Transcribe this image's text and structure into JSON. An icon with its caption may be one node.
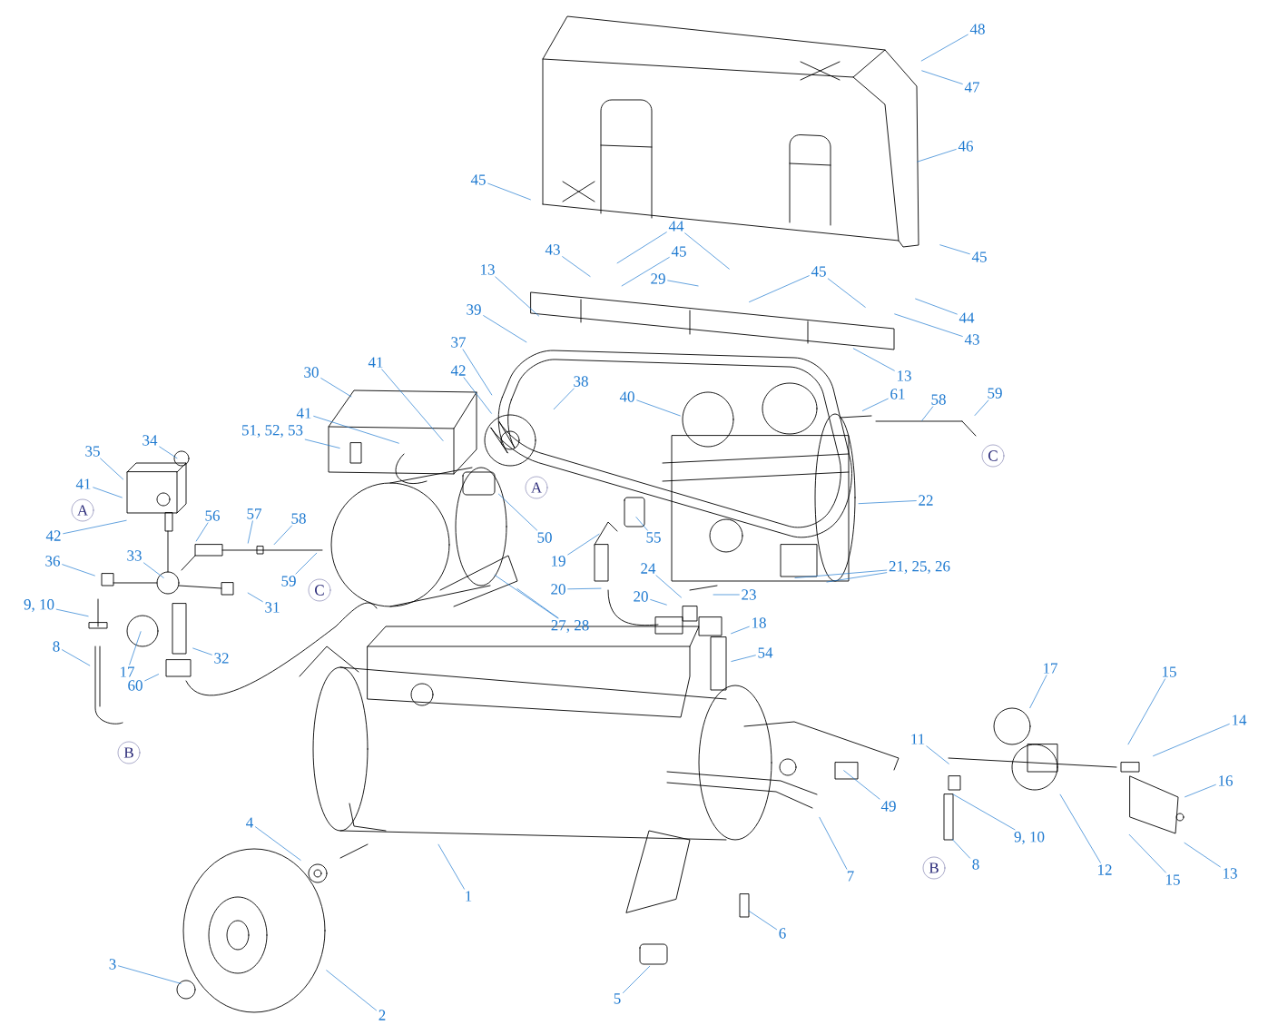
{
  "diagram": {
    "nodes": [
      {
        "text": [
          "48"
        ]
      },
      {
        "text": [
          "47"
        ]
      },
      {
        "text": [
          "46"
        ]
      },
      {
        "text": [
          "45"
        ]
      },
      {
        "text": [
          "44"
        ]
      },
      {
        "text": [
          "43"
        ]
      },
      {
        "text": [
          "45"
        ]
      },
      {
        "text": [
          "45"
        ]
      },
      {
        "text": [
          "13"
        ]
      },
      {
        "text": [
          "45"
        ]
      },
      {
        "text": [
          "29"
        ]
      },
      {
        "text": [
          "39"
        ]
      },
      {
        "text": [
          "44"
        ]
      },
      {
        "text": [
          "43"
        ]
      },
      {
        "text": [
          "37"
        ]
      },
      {
        "text": [
          "42"
        ]
      },
      {
        "text": [
          "41"
        ]
      },
      {
        "text": [
          "30"
        ]
      },
      {
        "text": [
          "13"
        ]
      },
      {
        "text": [
          "38"
        ]
      },
      {
        "text": [
          "59"
        ]
      },
      {
        "text": [
          "61"
        ]
      },
      {
        "text": [
          "40"
        ]
      },
      {
        "text": [
          "58"
        ]
      },
      {
        "text": [
          "41"
        ]
      },
      {
        "text": [
          "51, 52, 53"
        ]
      },
      {
        "text": [
          "34"
        ]
      },
      {
        "text": [
          "35"
        ]
      },
      {
        "text": [
          "C"
        ]
      },
      {
        "text": [
          "41"
        ]
      },
      {
        "text": [
          "A"
        ]
      },
      {
        "text": [
          "22"
        ]
      },
      {
        "text": [
          "A"
        ]
      },
      {
        "text": [
          "56"
        ]
      },
      {
        "text": [
          "57"
        ]
      },
      {
        "text": [
          "58"
        ]
      },
      {
        "text": [
          "42"
        ]
      },
      {
        "text": [
          "50"
        ]
      },
      {
        "text": [
          "55"
        ]
      },
      {
        "text": [
          "36"
        ]
      },
      {
        "text": [
          "33"
        ]
      },
      {
        "text": [
          "19"
        ]
      },
      {
        "text": [
          "21, 25, 26"
        ]
      },
      {
        "text": [
          "24"
        ]
      },
      {
        "text": [
          "59"
        ]
      },
      {
        "text": [
          "20"
        ]
      },
      {
        "text": [
          "C"
        ]
      },
      {
        "text": [
          "20"
        ]
      },
      {
        "text": [
          "23"
        ]
      },
      {
        "text": [
          "9, 10"
        ]
      },
      {
        "text": [
          "31"
        ]
      },
      {
        "text": [
          "27, 28"
        ]
      },
      {
        "text": [
          "18"
        ]
      },
      {
        "text": [
          "8"
        ]
      },
      {
        "text": [
          "54"
        ]
      },
      {
        "text": [
          "17"
        ]
      },
      {
        "text": [
          "32"
        ]
      },
      {
        "text": [
          "17"
        ]
      },
      {
        "text": [
          "15"
        ]
      },
      {
        "text": [
          "60"
        ]
      },
      {
        "text": [
          "14"
        ]
      },
      {
        "text": [
          "11"
        ]
      },
      {
        "text": [
          "B"
        ]
      },
      {
        "text": [
          "16"
        ]
      },
      {
        "text": [
          "49"
        ]
      },
      {
        "text": [
          "4"
        ]
      },
      {
        "text": [
          "9, 10"
        ]
      },
      {
        "text": [
          "8"
        ]
      },
      {
        "text": [
          "B"
        ]
      },
      {
        "text": [
          "12"
        ]
      },
      {
        "text": [
          "13"
        ]
      },
      {
        "text": [
          "7"
        ]
      },
      {
        "text": [
          "15"
        ]
      },
      {
        "text": [
          "1"
        ]
      },
      {
        "text": [
          "6"
        ]
      },
      {
        "text": [
          "3"
        ]
      },
      {
        "text": [
          "5"
        ]
      },
      {
        "text": [
          "2"
        ]
      }
    ],
    "edges": [
      {
        "from": 0,
        "to": null,
        "arrow": "none"
      },
      {
        "from": 1,
        "to": null,
        "arrow": "none"
      },
      {
        "from": 2,
        "to": null,
        "arrow": "none"
      },
      {
        "from": 3,
        "to": null,
        "arrow": "none"
      },
      {
        "from": 4,
        "to": null,
        "arrow": "none"
      },
      {
        "from": 4,
        "to": null,
        "arrow": "none"
      },
      {
        "from": 5,
        "to": null,
        "arrow": "none"
      },
      {
        "from": 6,
        "to": null,
        "arrow": "none"
      },
      {
        "from": 7,
        "to": null,
        "arrow": "none"
      },
      {
        "from": 8,
        "to": null,
        "arrow": "none"
      },
      {
        "from": 9,
        "to": null,
        "arrow": "none"
      },
      {
        "from": 9,
        "to": null,
        "arrow": "none"
      },
      {
        "from": 10,
        "to": null,
        "arrow": "none"
      },
      {
        "from": 11,
        "to": null,
        "arrow": "none"
      },
      {
        "from": 12,
        "to": null,
        "arrow": "none"
      },
      {
        "from": 13,
        "to": null,
        "arrow": "none"
      },
      {
        "from": 14,
        "to": null,
        "arrow": "none"
      },
      {
        "from": 15,
        "to": null,
        "arrow": "none"
      },
      {
        "from": 16,
        "to": null,
        "arrow": "none"
      },
      {
        "from": 17,
        "to": null,
        "arrow": "none"
      },
      {
        "from": 18,
        "to": null,
        "arrow": "none"
      },
      {
        "from": 19,
        "to": null,
        "arrow": "none"
      },
      {
        "from": 20,
        "to": null,
        "arrow": "none"
      },
      {
        "from": 21,
        "to": null,
        "arrow": "none"
      },
      {
        "from": 22,
        "to": null,
        "arrow": "none"
      },
      {
        "from": 23,
        "to": null,
        "arrow": "none"
      },
      {
        "from": 24,
        "to": null,
        "arrow": "none"
      },
      {
        "from": 25,
        "to": null,
        "arrow": "none"
      },
      {
        "from": 26,
        "to": null,
        "arrow": "none"
      },
      {
        "from": 27,
        "to": null,
        "arrow": "none"
      },
      {
        "from": 29,
        "to": null,
        "arrow": "none"
      },
      {
        "from": 31,
        "to": null,
        "arrow": "none"
      },
      {
        "from": 33,
        "to": null,
        "arrow": "none"
      },
      {
        "from": 34,
        "to": null,
        "arrow": "none"
      },
      {
        "from": 35,
        "to": null,
        "arrow": "none"
      },
      {
        "from": 36,
        "to": null,
        "arrow": "none"
      },
      {
        "from": 37,
        "to": null,
        "arrow": "none"
      },
      {
        "from": 38,
        "to": null,
        "arrow": "none"
      },
      {
        "from": 39,
        "to": null,
        "arrow": "none"
      },
      {
        "from": 40,
        "to": null,
        "arrow": "none"
      },
      {
        "from": 41,
        "to": null,
        "arrow": "none"
      },
      {
        "from": 42,
        "to": null,
        "arrow": "none"
      },
      {
        "from": 42,
        "to": null,
        "arrow": "none"
      },
      {
        "from": 43,
        "to": null,
        "arrow": "none"
      },
      {
        "from": 44,
        "to": null,
        "arrow": "none"
      },
      {
        "from": 45,
        "to": null,
        "arrow": "none"
      },
      {
        "from": 47,
        "to": null,
        "arrow": "none"
      },
      {
        "from": 48,
        "to": null,
        "arrow": "none"
      },
      {
        "from": 49,
        "to": null,
        "arrow": "none"
      },
      {
        "from": 50,
        "to": null,
        "arrow": "none"
      },
      {
        "from": 51,
        "to": null,
        "arrow": "none"
      },
      {
        "from": 51,
        "to": null,
        "arrow": "none"
      },
      {
        "from": 52,
        "to": null,
        "arrow": "none"
      },
      {
        "from": 53,
        "to": null,
        "arrow": "none"
      },
      {
        "from": 54,
        "to": null,
        "arrow": "none"
      },
      {
        "from": 55,
        "to": null,
        "arrow": "none"
      },
      {
        "from": 56,
        "to": null,
        "arrow": "none"
      },
      {
        "from": 57,
        "to": null,
        "arrow": "none"
      },
      {
        "from": 58,
        "to": null,
        "arrow": "none"
      },
      {
        "from": 59,
        "to": null,
        "arrow": "none"
      },
      {
        "from": 60,
        "to": null,
        "arrow": "none"
      },
      {
        "from": 61,
        "to": null,
        "arrow": "none"
      },
      {
        "from": 63,
        "to": null,
        "arrow": "none"
      },
      {
        "from": 64,
        "to": null,
        "arrow": "none"
      },
      {
        "from": 65,
        "to": null,
        "arrow": "none"
      },
      {
        "from": 66,
        "to": null,
        "arrow": "none"
      },
      {
        "from": 67,
        "to": null,
        "arrow": "none"
      },
      {
        "from": 69,
        "to": null,
        "arrow": "none"
      },
      {
        "from": 70,
        "to": null,
        "arrow": "none"
      },
      {
        "from": 71,
        "to": null,
        "arrow": "none"
      },
      {
        "from": 72,
        "to": null,
        "arrow": "none"
      },
      {
        "from": 73,
        "to": null,
        "arrow": "none"
      },
      {
        "from": 74,
        "to": null,
        "arrow": "none"
      },
      {
        "from": 75,
        "to": null,
        "arrow": "none"
      },
      {
        "from": 76,
        "to": null,
        "arrow": "none"
      },
      {
        "from": 77,
        "to": null,
        "arrow": "none"
      }
    ]
  }
}
